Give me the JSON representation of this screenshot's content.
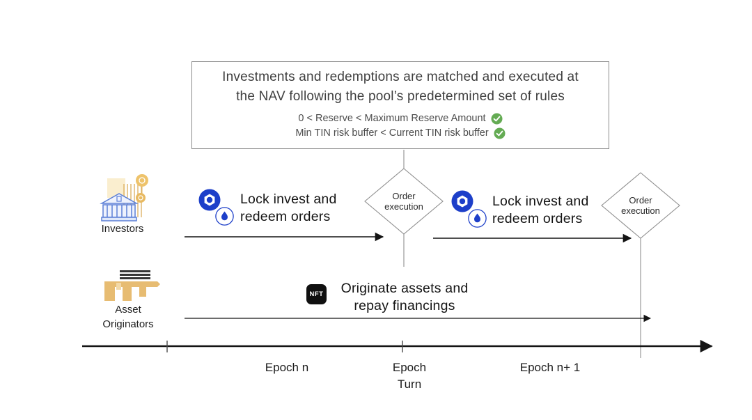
{
  "colors": {
    "accent_blue": "#1d3fc9",
    "check_green": "#64ab53",
    "line_gray": "#9a9a9a",
    "gold": "#e7bc72",
    "text_dark": "#3e3e3e"
  },
  "rules_box": {
    "title_line1": "Investments and redemptions are matched and executed at",
    "title_line2": "the NAV following the pool’s predetermined set of rules",
    "conditions": [
      {
        "text": "0 < Reserve < Maximum Reserve Amount"
      },
      {
        "text": "Min TIN risk buffer < Current TIN risk buffer"
      }
    ]
  },
  "actors": {
    "investors_label": "Investors",
    "asset_originators_label": "Asset Originators"
  },
  "flows": {
    "lock_orders_line1": "Lock invest and",
    "lock_orders_line2": "redeem orders",
    "originate_line1": "Originate assets and",
    "originate_line2": "repay financings",
    "nft_badge": "NFT"
  },
  "diamonds": {
    "order_execution_line1": "Order",
    "order_execution_line2": "execution"
  },
  "timeline": {
    "epoch_n": "Epoch n",
    "epoch_turn": "Epoch Turn",
    "epoch_n1": "Epoch n+ 1"
  }
}
